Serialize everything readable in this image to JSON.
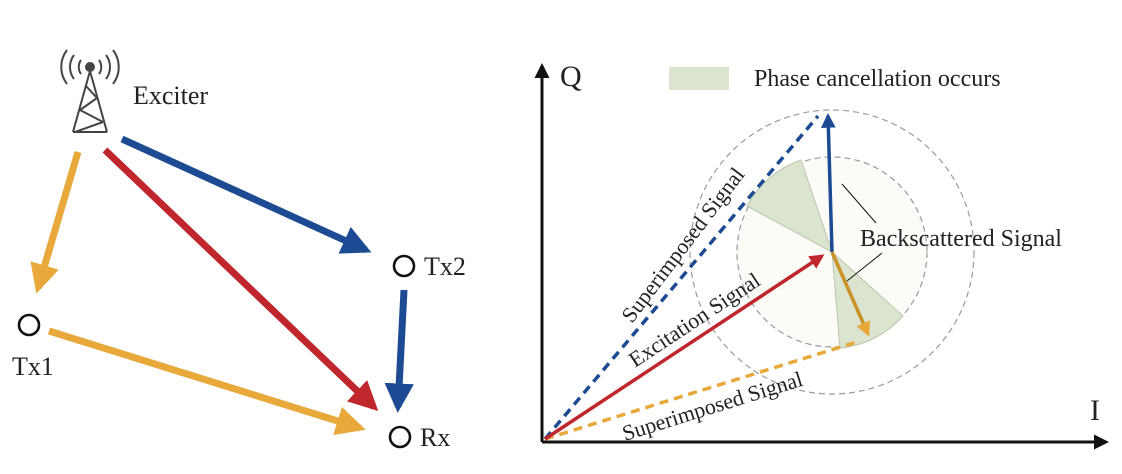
{
  "topology": {
    "exciter_label": "Exciter",
    "tx1_label": "Tx1",
    "tx2_label": "Tx2",
    "rx_label": "Rx"
  },
  "iq_plot": {
    "axis_i": "I",
    "axis_q": "Q",
    "legend_label": "Phase cancellation occurs",
    "superimposed_blue": "Superimposed Signal",
    "excitation": "Excitation Signal",
    "superimposed_orange": "Superimposed Signal",
    "backscattered": "Backscattered Signal"
  },
  "colors": {
    "blue": "#1d4b93",
    "red": "#c0272d",
    "orange": "#e8a83a",
    "sector_fill": "#dbe4cf",
    "dashed_circle": "#9a9a9a"
  }
}
